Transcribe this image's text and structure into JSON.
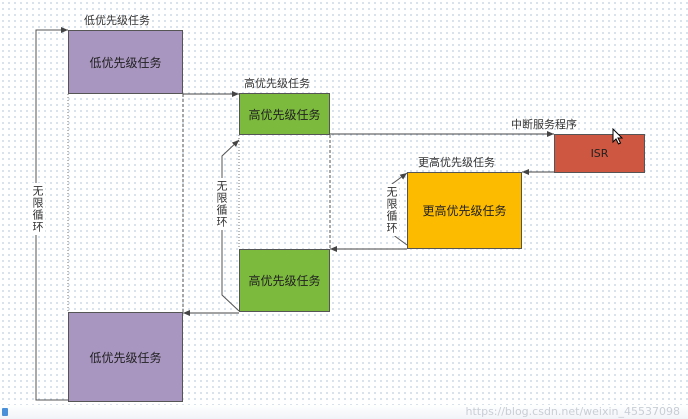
{
  "diagram": {
    "boxes": {
      "low_top": "低优先级任务",
      "high_top": "高优先级任务",
      "isr": "ISR",
      "higher": "更高优先级任务",
      "high_bottom": "高优先级任务",
      "low_bottom": "低优先级任务"
    },
    "labels": {
      "low_priority_task": "低优先级任务",
      "high_priority_task": "高优先级任务",
      "interrupt_service": "中断服务程序",
      "higher_priority_task": "更高优先级任务"
    },
    "loops": {
      "outer": "无限循环",
      "middle": "无限循环",
      "inner": "无限循环"
    }
  },
  "colors": {
    "low_priority": "#a895c0",
    "high_priority": "#7cba3e",
    "isr": "#cd5740",
    "higher_priority": "#fdbb00"
  },
  "footer": {
    "watermark": "https://blog.csdn.net/weixin_45537098"
  }
}
